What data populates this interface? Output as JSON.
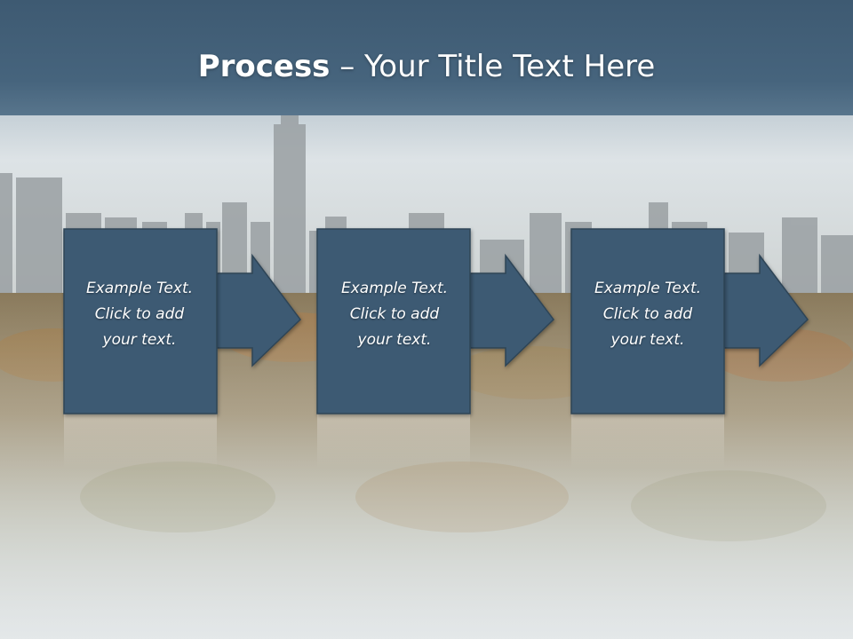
{
  "slide": {
    "title_bold": "Process",
    "title_rest": " – Your Title Text Here",
    "colors": {
      "header": "#46647d",
      "box_fill": "#3d5a73",
      "box_stroke": "#2d4457",
      "text": "#ffffff"
    },
    "background_image": "city-skyline-over-autumn-park-photo",
    "steps": [
      {
        "text": "Example Text.\nClick  to add\nyour text."
      },
      {
        "text": "Example Text.\nClick  to add\nyour text."
      },
      {
        "text": "Example Text.\nClick  to add\nyour text."
      }
    ]
  }
}
